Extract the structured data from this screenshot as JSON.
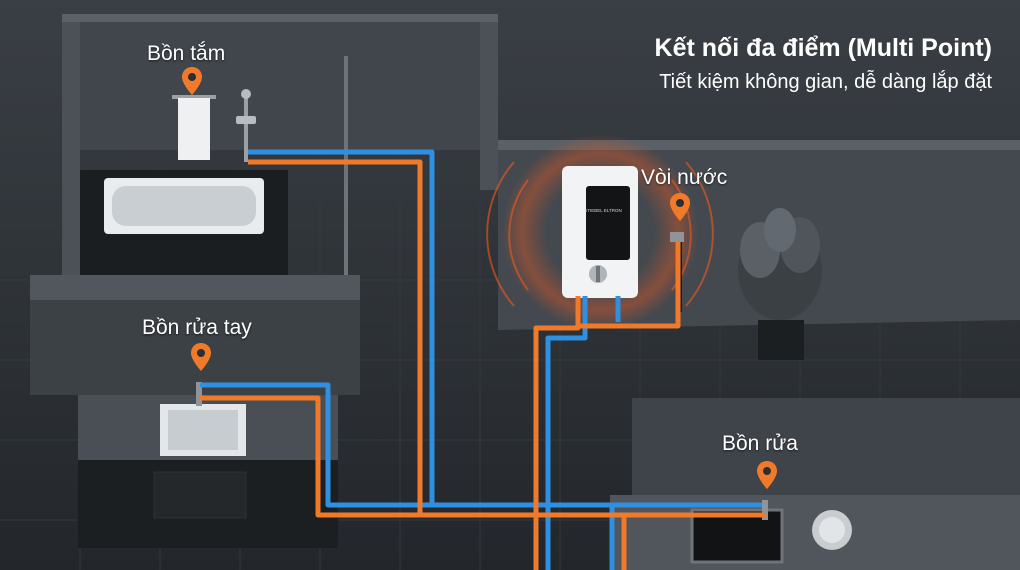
{
  "header": {
    "title": "Kết nối đa điểm (Multi Point)",
    "subtitle": "Tiết kiệm không gian, dễ dàng lắp đặt"
  },
  "points": {
    "bathtub": "Bồn tắm",
    "faucet": "Vòi nước",
    "washbasin": "Bồn rửa tay",
    "sink": "Bồn rửa"
  },
  "heater": {
    "brand": "STIEBEL ELTRON"
  },
  "colors": {
    "hot_pipe": "#f07a2a",
    "cold_pipe": "#2f8fe0",
    "pin": "#f07a2a",
    "background": "#2b2f34"
  },
  "icons": [
    "location-pin-icon",
    "water-heater-icon",
    "bathtub-icon",
    "sink-icon",
    "plant-icon",
    "towel-icon",
    "shower-icon"
  ]
}
